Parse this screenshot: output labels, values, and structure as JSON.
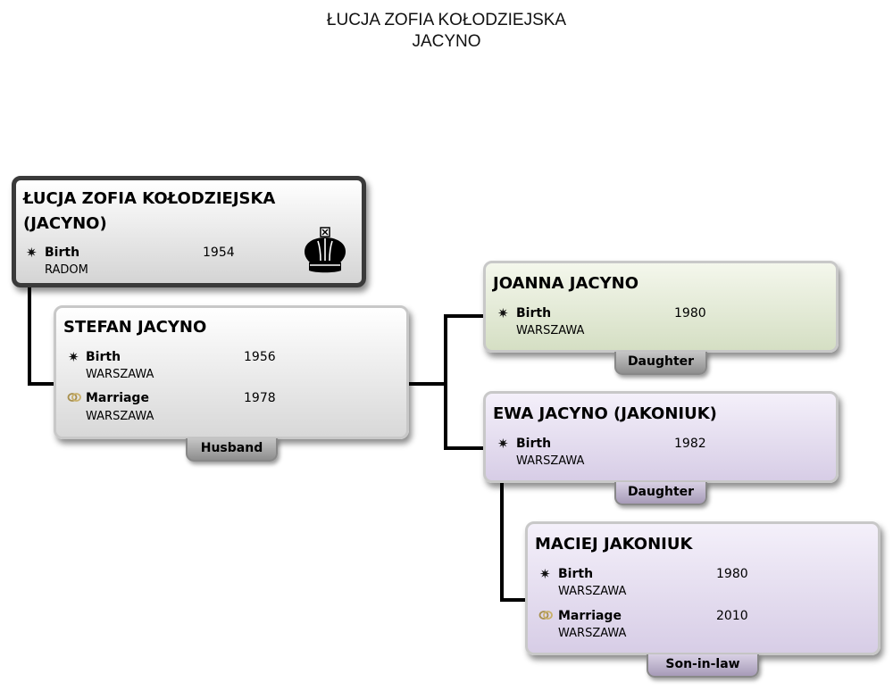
{
  "title": {
    "line1": "ŁUCJA ZOFIA  KOŁODZIEJSKA",
    "line2": "JACYNO"
  },
  "people": {
    "lucja": {
      "name_line1": "ŁUCJA ZOFIA KOŁODZIEJSKA",
      "name_line2": "(JACYNO)",
      "birth": {
        "label": "Birth",
        "year": "1954",
        "place": "RADOM"
      }
    },
    "stefan": {
      "name": "STEFAN JACYNO",
      "birth": {
        "label": "Birth",
        "year": "1956",
        "place": "WARSZAWA"
      },
      "marriage": {
        "label": "Marriage",
        "year": "1978",
        "place": "WARSZAWA"
      },
      "relation": "Husband"
    },
    "joanna": {
      "name": "JOANNA JACYNO",
      "birth": {
        "label": "Birth",
        "year": "1980",
        "place": "WARSZAWA"
      },
      "relation": "Daughter"
    },
    "ewa": {
      "name": "EWA JACYNO (JAKONIUK)",
      "birth": {
        "label": "Birth",
        "year": "1982",
        "place": "WARSZAWA"
      },
      "relation": "Daughter"
    },
    "maciej": {
      "name": "MACIEJ JAKONIUK",
      "birth": {
        "label": "Birth",
        "year": "1980",
        "place": "WARSZAWA"
      },
      "marriage": {
        "label": "Marriage",
        "year": "2010",
        "place": "WARSZAWA"
      },
      "relation": "Son-in-law"
    }
  },
  "icons": {
    "birth": "birth-star-icon",
    "marriage": "wedding-rings-icon",
    "root": "crown-icon"
  },
  "colors": {
    "root_border": "#3a3a3a",
    "green_card": "#dde6cf",
    "purple_card": "#ded6ea",
    "grey_card": "#e2e2e2",
    "connector": "#000000"
  }
}
